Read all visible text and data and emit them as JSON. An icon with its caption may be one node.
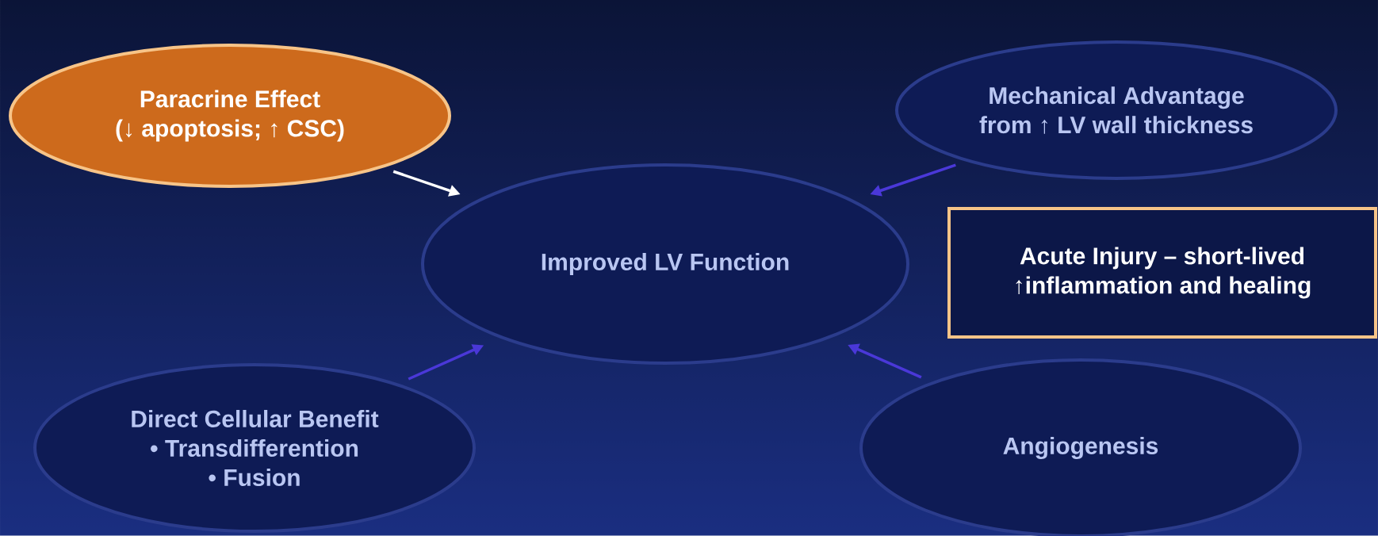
{
  "diagram": {
    "nodes": [
      {
        "text": [
          "Paracrine Effect",
          "(↓ apoptosis; ↑ CSC)"
        ]
      },
      {
        "text": [
          "Mechanical Advantage from ↑ LV wall thickness"
        ]
      },
      {
        "text": [
          "Improved LV Function"
        ]
      },
      {
        "text": [
          "Acute Injury – short-lived ↑inflammation and healing"
        ]
      },
      {
        "text": [
          "Direct Cellular Benefit",
          "• Transdifferention",
          "• Fusion"
        ]
      },
      {
        "text": [
          "Angiogenesis"
        ]
      }
    ],
    "edges": [
      {
        "from": 0,
        "to": 2,
        "arrow": "to",
        "color": "#ffffff"
      },
      {
        "from": 1,
        "to": 2,
        "arrow": "to"
      },
      {
        "from": 4,
        "to": 2,
        "arrow": "to"
      },
      {
        "from": 5,
        "to": 2,
        "arrow": "to"
      }
    ]
  }
}
